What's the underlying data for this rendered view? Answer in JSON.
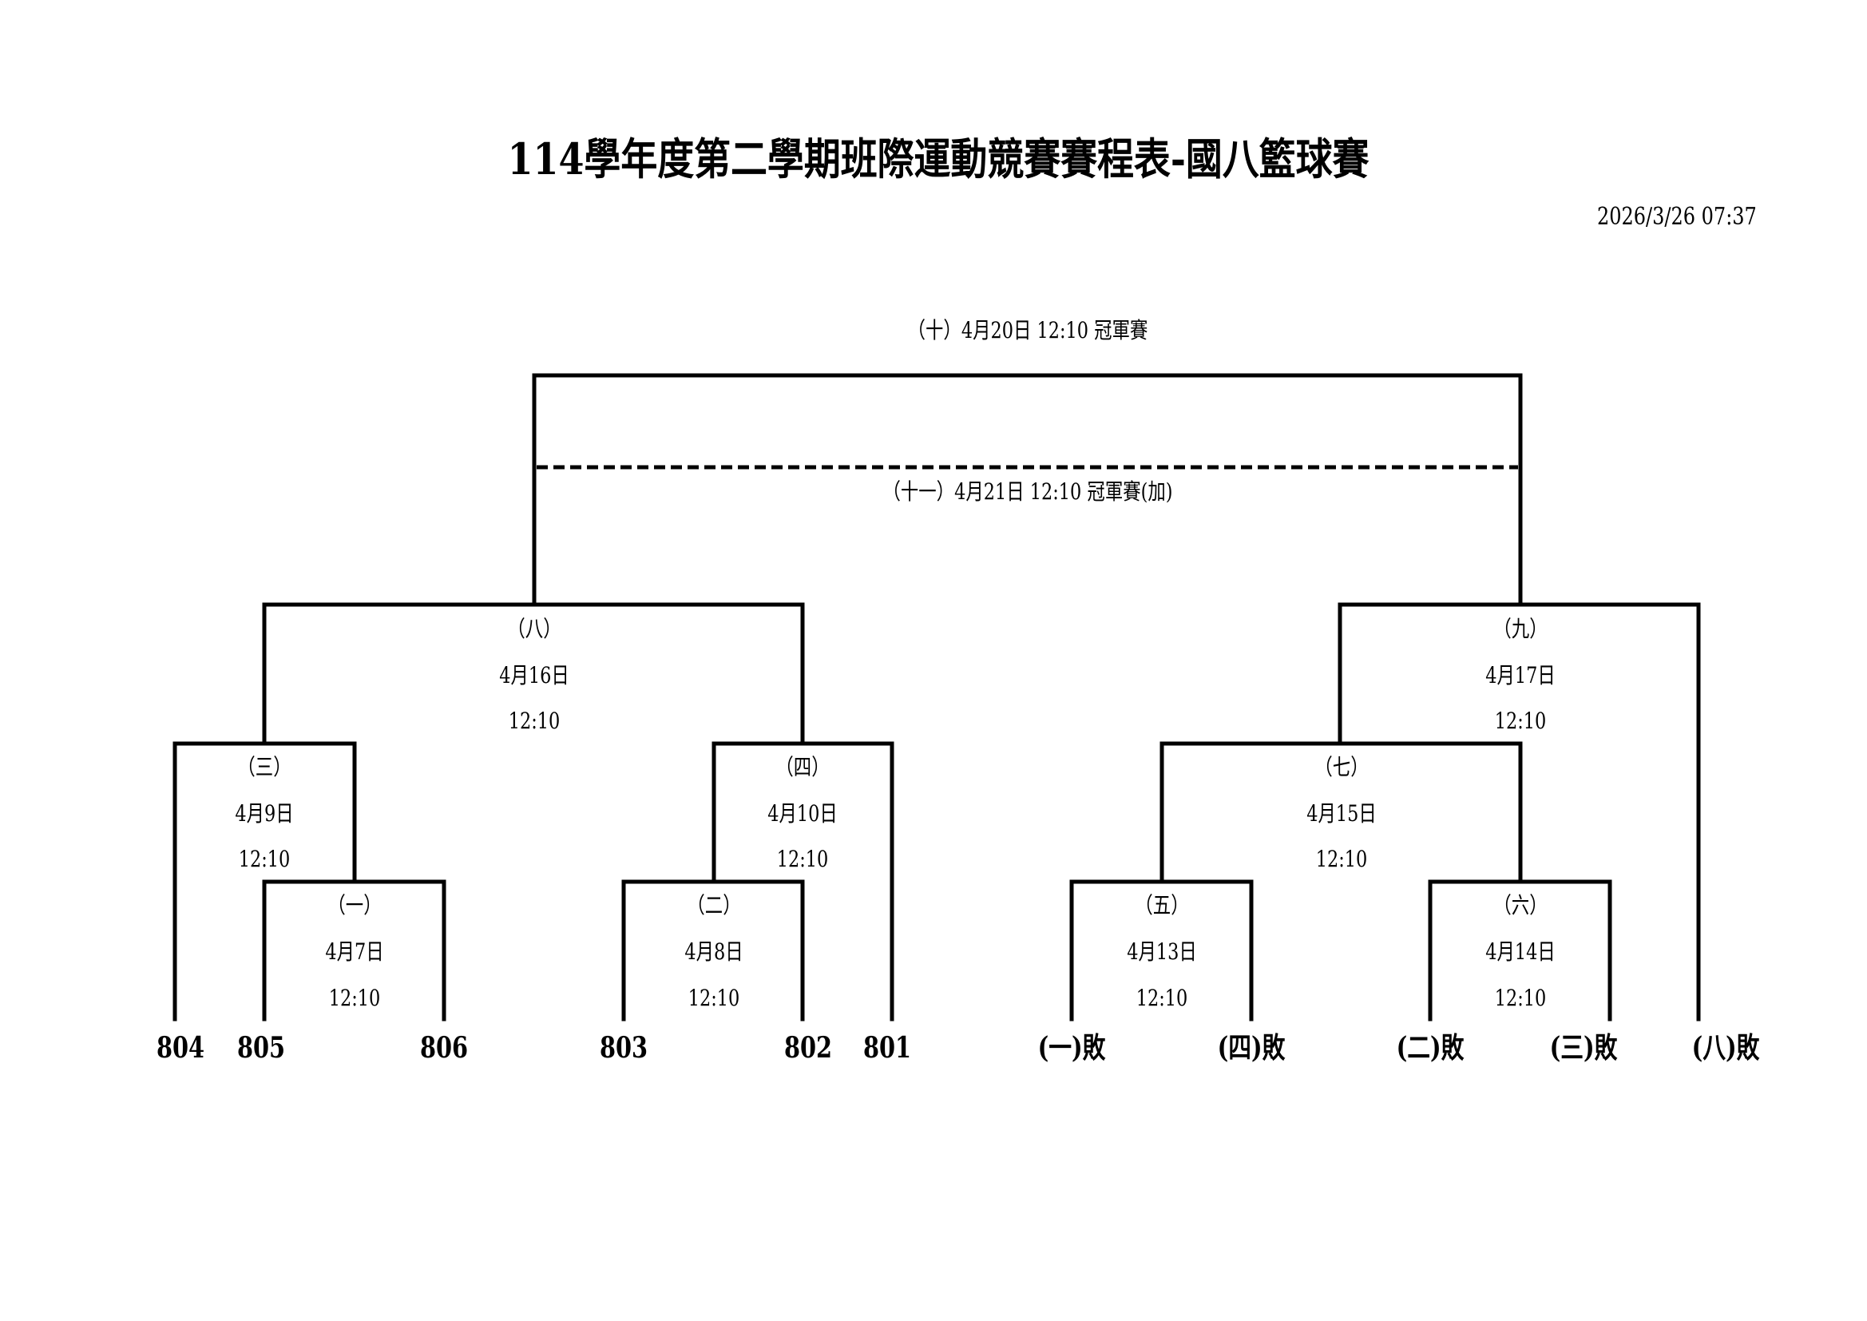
{
  "title": "114學年度第二學期班際運動競賽賽程表-國八籃球賽",
  "printed_at": "2026/3/26 07:37",
  "final": {
    "label": "（十）4月20日  12:10  冠軍賽"
  },
  "final_extra": {
    "label": "（十一）4月21日  12:10  冠軍賽(加)"
  },
  "games": {
    "g1": {
      "no": "（一）",
      "date": "4月7日",
      "time": "12:10"
    },
    "g2": {
      "no": "（二）",
      "date": "4月8日",
      "time": "12:10"
    },
    "g3": {
      "no": "（三）",
      "date": "4月9日",
      "time": "12:10"
    },
    "g4": {
      "no": "（四）",
      "date": "4月10日",
      "time": "12:10"
    },
    "g5": {
      "no": "（五）",
      "date": "4月13日",
      "time": "12:10"
    },
    "g6": {
      "no": "（六）",
      "date": "4月14日",
      "time": "12:10"
    },
    "g7": {
      "no": "（七）",
      "date": "4月15日",
      "time": "12:10"
    },
    "g8": {
      "no": "（八）",
      "date": "4月16日",
      "time": "12:10"
    },
    "g9": {
      "no": "（九）",
      "date": "4月17日",
      "time": "12:10"
    }
  },
  "teams": [
    "804",
    "805",
    "806",
    "803",
    "802",
    "801",
    "(一)敗",
    "(四)敗",
    "(二)敗",
    "(三)敗",
    "(八)敗"
  ]
}
